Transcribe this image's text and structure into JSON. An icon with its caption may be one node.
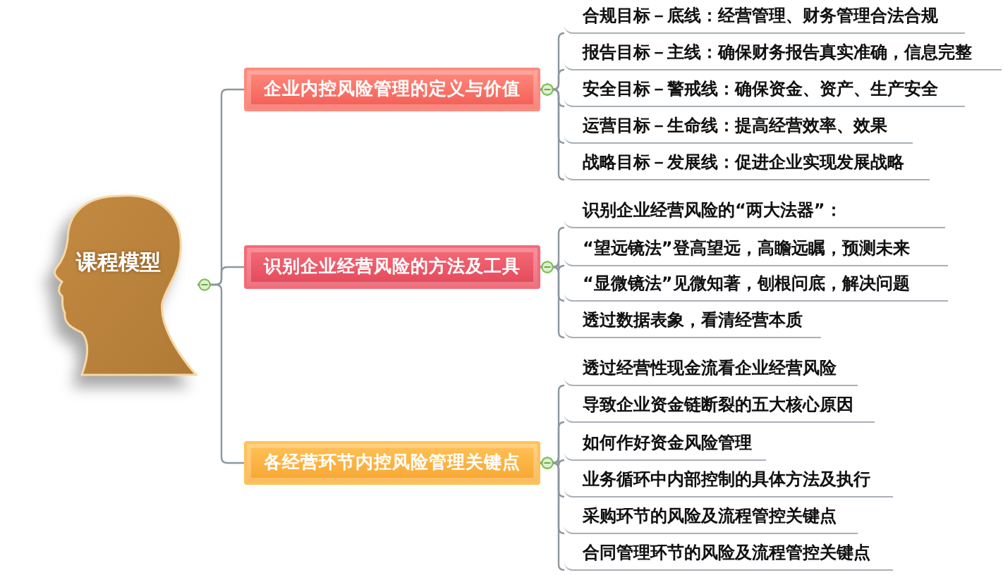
{
  "diagram": {
    "nodes": [
      {
        "text": [
          "课程模型"
        ]
      },
      {
        "text": [
          "企业内控风险管理的定义与价值"
        ]
      },
      {
        "text": [
          "合规目标－底线：经营管理、财务管理合法合规"
        ]
      },
      {
        "text": [
          "报告目标－主线：确保财务报告真实准确，信息完整"
        ]
      },
      {
        "text": [
          "安全目标－警戒线：确保资金、资产、生产安全"
        ]
      },
      {
        "text": [
          "运营目标－生命线：提高经营效率、效果"
        ]
      },
      {
        "text": [
          "战略目标－发展线：促进企业实现发展战略"
        ]
      },
      {
        "text": [
          "识别企业经营风险的方法及工具"
        ]
      },
      {
        "text": [
          "识别企业经营风险的“两大法器”："
        ]
      },
      {
        "text": [
          "“望远镜法”登高望远，高瞻远瞩，预测未来"
        ]
      },
      {
        "text": [
          "“显微镜法”见微知著，刨根问底，解决问题"
        ]
      },
      {
        "text": [
          "透过数据表象，看清经营本质"
        ]
      },
      {
        "text": [
          "各经营环节内控风险管理关键点"
        ]
      },
      {
        "text": [
          "透过经营性现金流看企业经营风险"
        ]
      },
      {
        "text": [
          "导致企业资金链断裂的五大核心原因"
        ]
      },
      {
        "text": [
          "如何作好资金风险管理"
        ]
      },
      {
        "text": [
          "业务循环中内部控制的具体方法及执行"
        ]
      },
      {
        "text": [
          "采购环节的风险及流程管控关键点"
        ]
      },
      {
        "text": [
          "合同管理环节的风险及流程管控关键点"
        ]
      }
    ],
    "edges": [
      {
        "from": 0,
        "to": 1,
        "arrow": "other"
      },
      {
        "from": 0,
        "to": 7,
        "arrow": "other"
      },
      {
        "from": 0,
        "to": 12,
        "arrow": "other"
      },
      {
        "from": 1,
        "to": 2,
        "arrow": "other"
      },
      {
        "from": 1,
        "to": 3,
        "arrow": "other"
      },
      {
        "from": 1,
        "to": 4,
        "arrow": "other"
      },
      {
        "from": 1,
        "to": 5,
        "arrow": "other"
      },
      {
        "from": 1,
        "to": 6,
        "arrow": "other"
      },
      {
        "from": 7,
        "to": 8,
        "arrow": "other"
      },
      {
        "from": 7,
        "to": 9,
        "arrow": "other"
      },
      {
        "from": 7,
        "to": 10,
        "arrow": "other"
      },
      {
        "from": 7,
        "to": 11,
        "arrow": "other"
      },
      {
        "from": 12,
        "to": 13,
        "arrow": "other"
      },
      {
        "from": 12,
        "to": 14,
        "arrow": "other"
      },
      {
        "from": 12,
        "to": 15,
        "arrow": "other"
      },
      {
        "from": 12,
        "to": 16,
        "arrow": "other"
      },
      {
        "from": 12,
        "to": 17,
        "arrow": "other"
      },
      {
        "from": 12,
        "to": 18,
        "arrow": "other"
      }
    ]
  }
}
